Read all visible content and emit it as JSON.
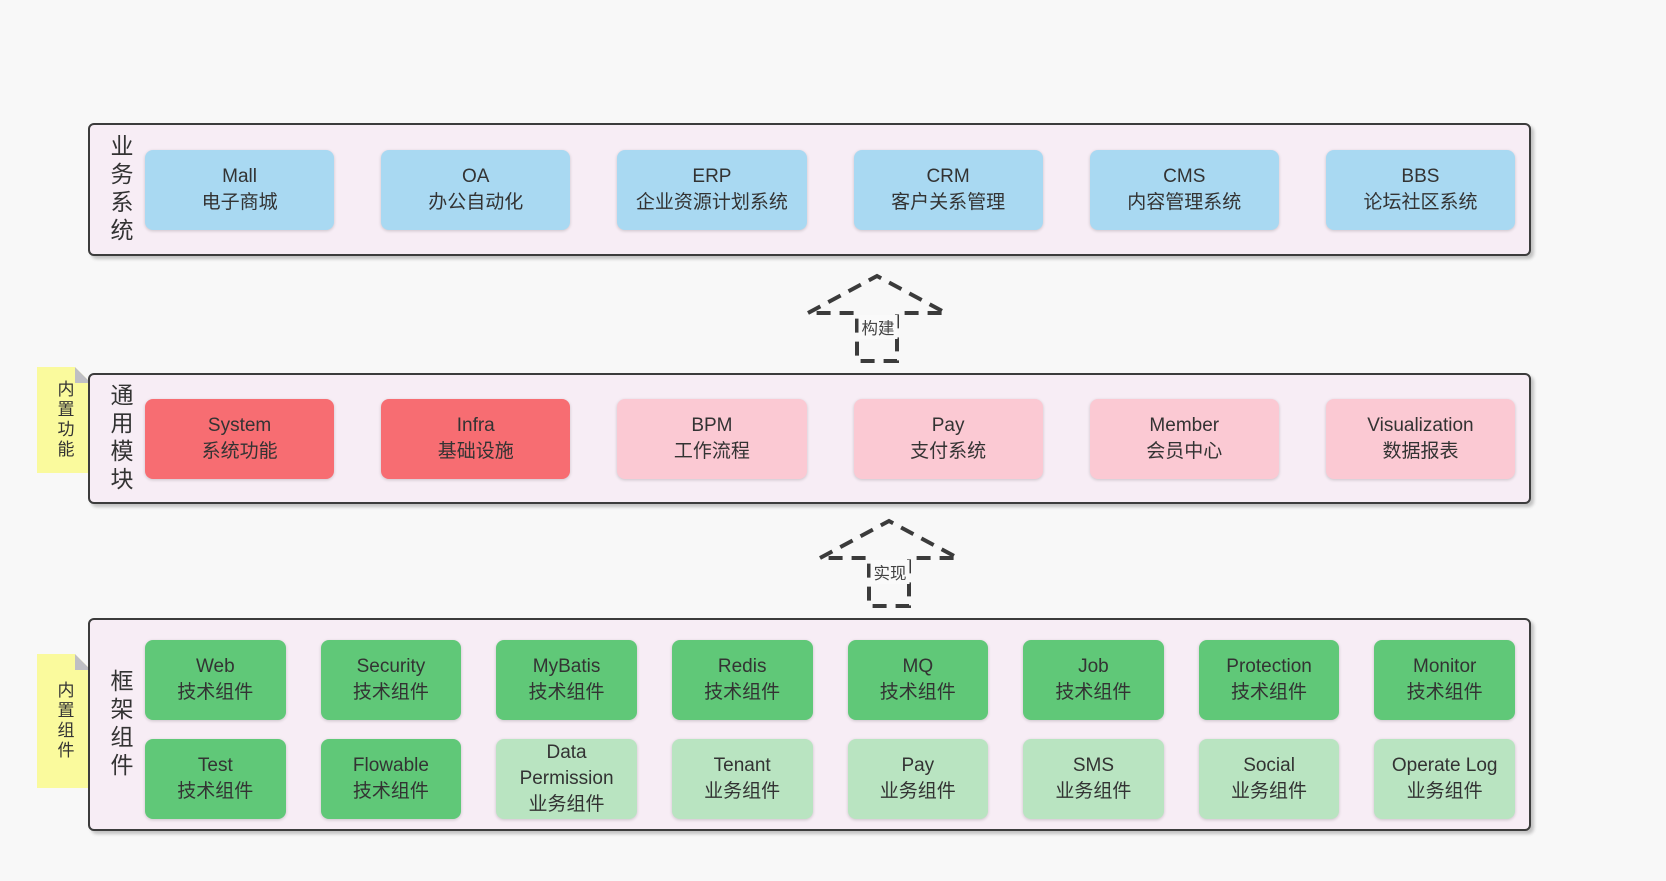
{
  "diagram": {
    "colors": {
      "page_background": "#f8f8f8",
      "layer_background": "#f7edf5",
      "layer_border": "#3c3c3c",
      "business_box": "#a9d9f2",
      "core_module_box": "#f76d72",
      "module_box": "#fbc9d3",
      "tech_component_box": "#60c878",
      "biz_component_box": "#b9e4c1",
      "note_background": "#fafa9d",
      "note_fold": "#bfbfc4"
    },
    "arrows": [
      {
        "label": "构建"
      },
      {
        "label": "实现"
      }
    ],
    "layers": [
      {
        "label": "业务系统",
        "boxes": [
          {
            "name": "Mall",
            "subtitle": "电子商城"
          },
          {
            "name": "OA",
            "subtitle": "办公自动化"
          },
          {
            "name": "ERP",
            "subtitle": "企业资源计划系统"
          },
          {
            "name": "CRM",
            "subtitle": "客户关系管理"
          },
          {
            "name": "CMS",
            "subtitle": "内容管理系统"
          },
          {
            "name": "BBS",
            "subtitle": "论坛社区系统"
          }
        ]
      },
      {
        "label": "通用模块",
        "note": "内置功能",
        "boxes": [
          {
            "name": "System",
            "subtitle": "系统功能"
          },
          {
            "name": "Infra",
            "subtitle": "基础设施"
          },
          {
            "name": "BPM",
            "subtitle": "工作流程"
          },
          {
            "name": "Pay",
            "subtitle": "支付系统"
          },
          {
            "name": "Member",
            "subtitle": "会员中心"
          },
          {
            "name": "Visualization",
            "subtitle": "数据报表"
          }
        ]
      },
      {
        "label": "框架组件",
        "note": "内置组件",
        "rows": [
          [
            {
              "name": "Web",
              "subtitle": "技术组件"
            },
            {
              "name": "Security",
              "subtitle": "技术组件"
            },
            {
              "name": "MyBatis",
              "subtitle": "技术组件"
            },
            {
              "name": "Redis",
              "subtitle": "技术组件"
            },
            {
              "name": "MQ",
              "subtitle": "技术组件"
            },
            {
              "name": "Job",
              "subtitle": "技术组件"
            },
            {
              "name": "Protection",
              "subtitle": "技术组件"
            },
            {
              "name": "Monitor",
              "subtitle": "技术组件"
            }
          ],
          [
            {
              "name": "Test",
              "subtitle": "技术组件"
            },
            {
              "name": "Flowable",
              "subtitle": "技术组件"
            },
            {
              "name": "Data Permission",
              "subtitle": "业务组件"
            },
            {
              "name": "Tenant",
              "subtitle": "业务组件"
            },
            {
              "name": "Pay",
              "subtitle": "业务组件"
            },
            {
              "name": "SMS",
              "subtitle": "业务组件"
            },
            {
              "name": "Social",
              "subtitle": "业务组件"
            },
            {
              "name": "Operate Log",
              "subtitle": "业务组件"
            }
          ]
        ]
      }
    ]
  }
}
